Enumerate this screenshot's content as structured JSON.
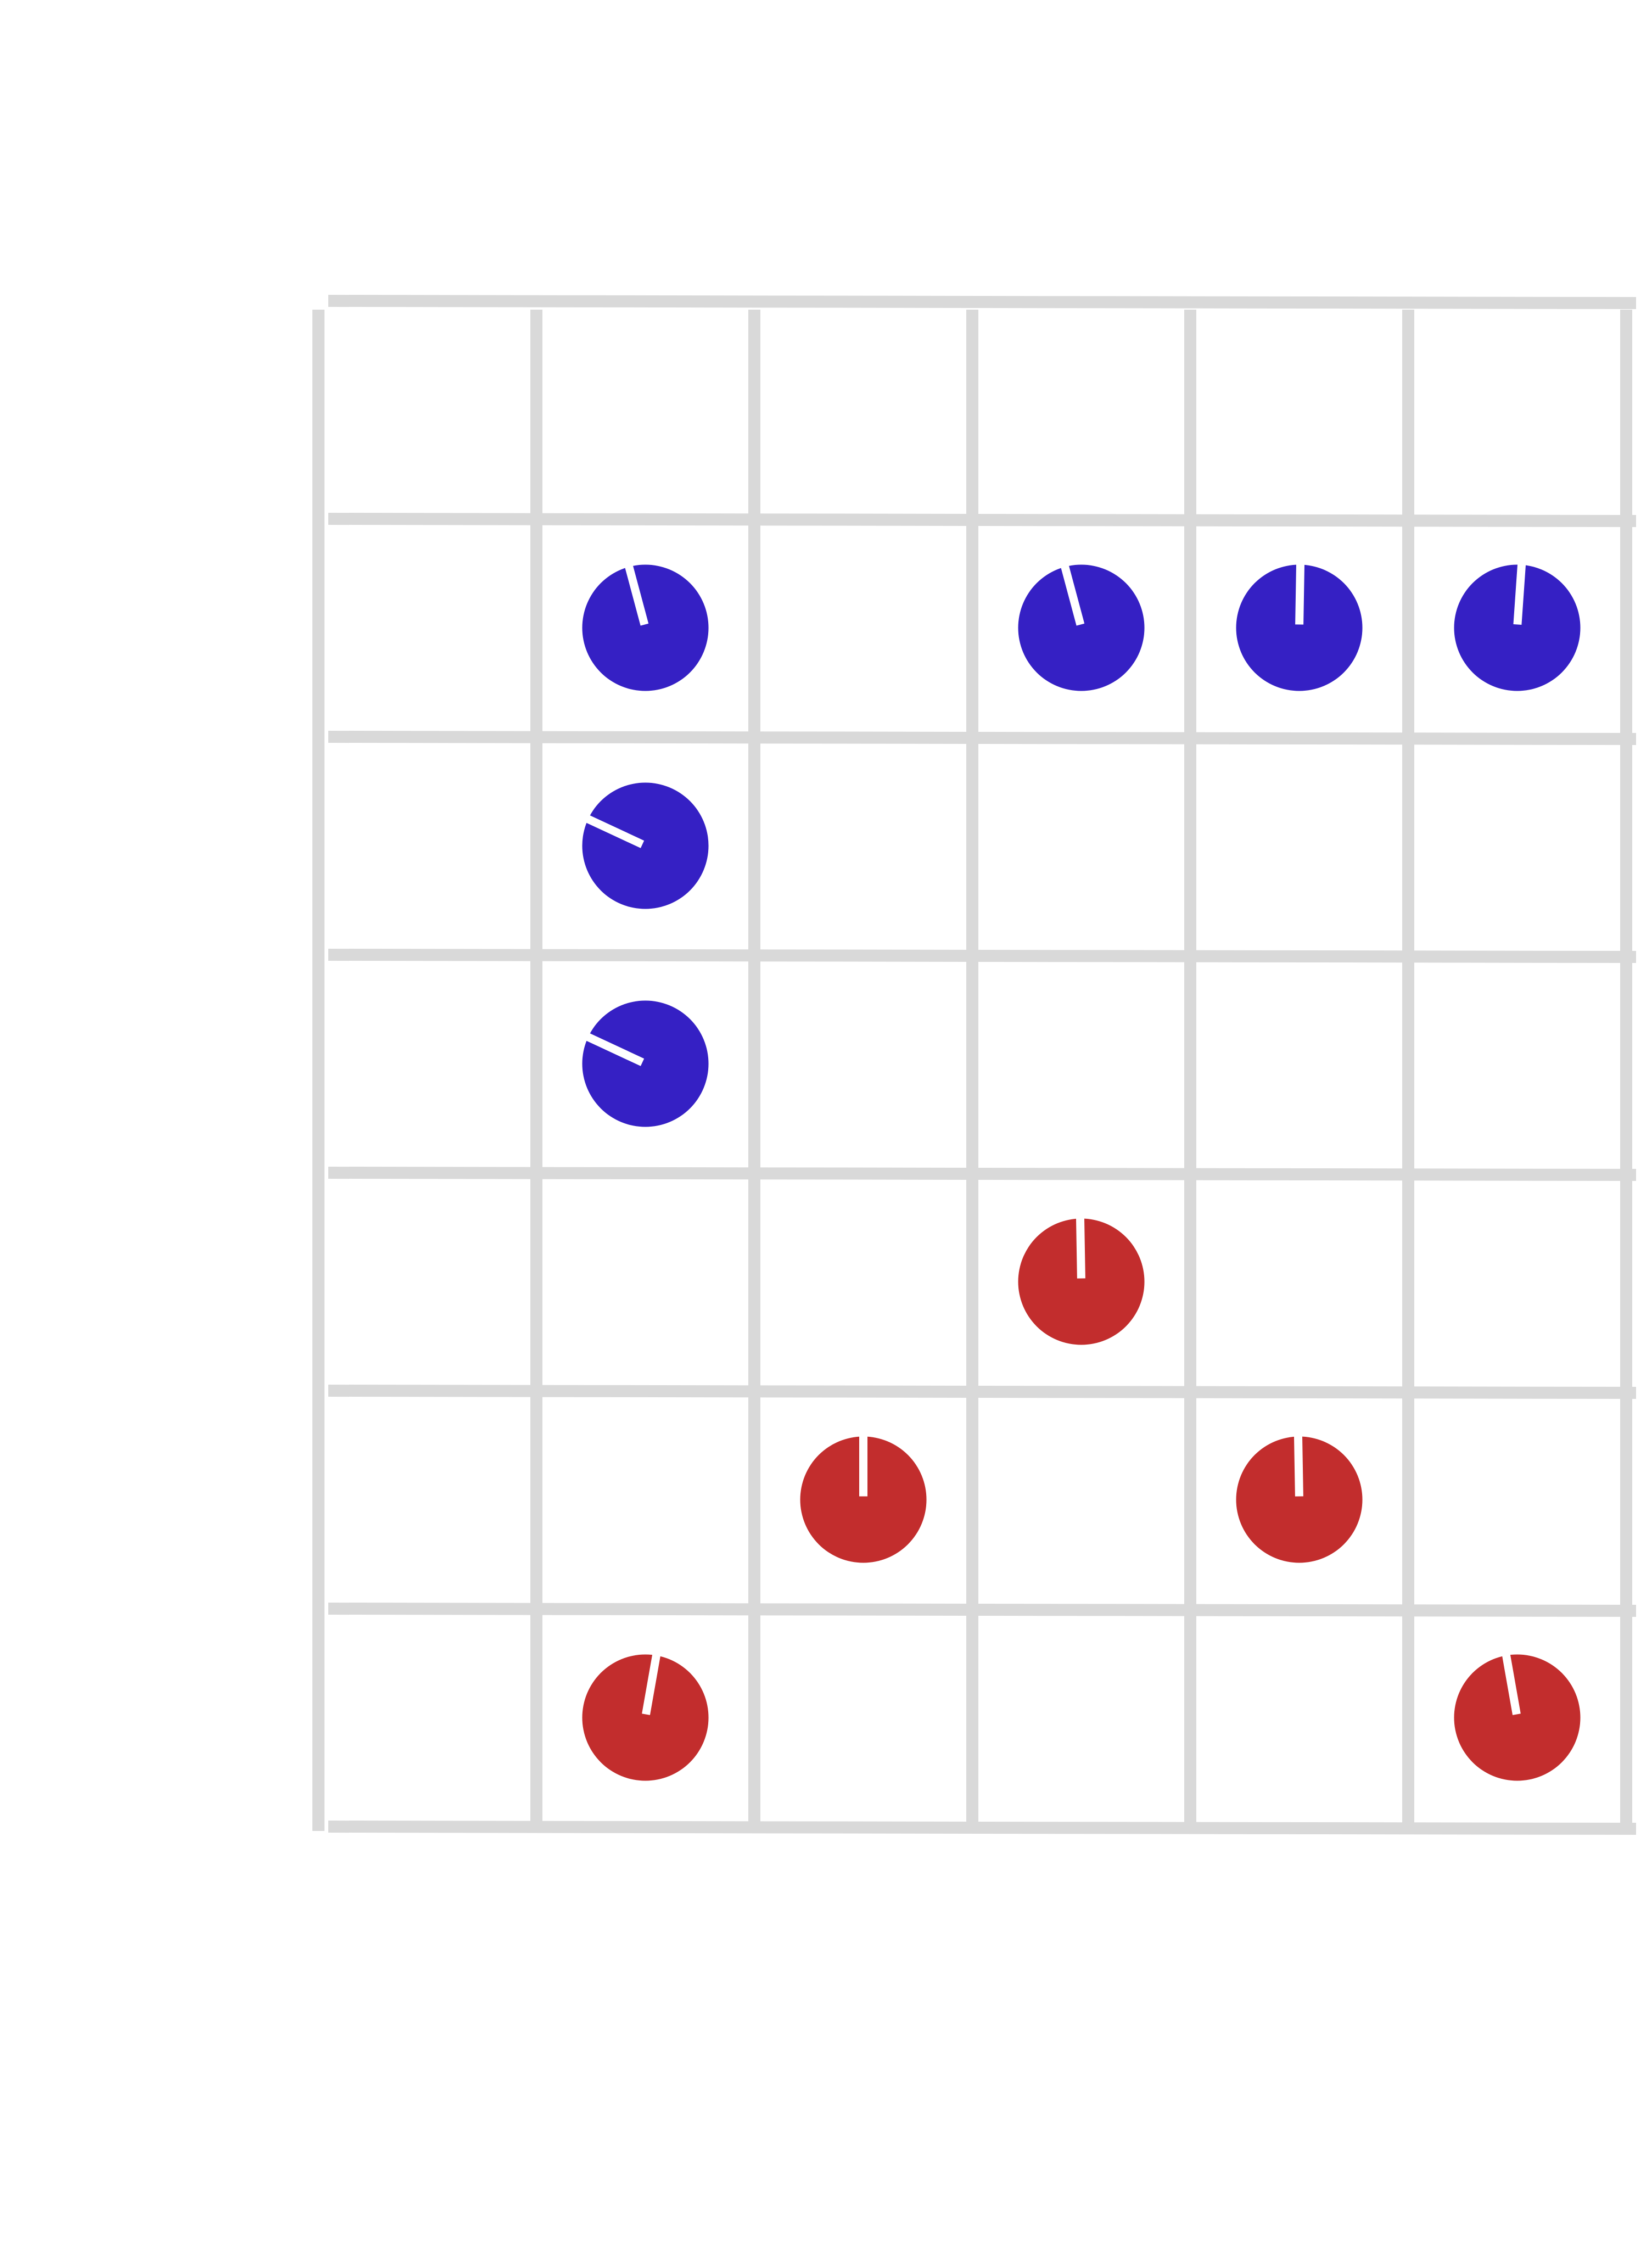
{
  "board": {
    "columns": 6,
    "rows": 7,
    "grid_color": "#d9d9d9",
    "background": "#ffffff"
  },
  "colors": {
    "blue": "#3520c4",
    "red": "#c22d2d",
    "tick": "#ffffff"
  },
  "pieces": [
    {
      "color": "blue",
      "col": 1,
      "row": 1,
      "angle": -15
    },
    {
      "color": "blue",
      "col": 3,
      "row": 1,
      "angle": -15
    },
    {
      "color": "blue",
      "col": 4,
      "row": 1,
      "angle": 1
    },
    {
      "color": "blue",
      "col": 5,
      "row": 1,
      "angle": 4
    },
    {
      "color": "blue",
      "col": 1,
      "row": 2,
      "angle": -65
    },
    {
      "color": "blue",
      "col": 1,
      "row": 3,
      "angle": -65
    },
    {
      "color": "red",
      "col": 3,
      "row": 4,
      "angle": -1
    },
    {
      "color": "red",
      "col": 2,
      "row": 5,
      "angle": 0
    },
    {
      "color": "red",
      "col": 4,
      "row": 5,
      "angle": -1
    },
    {
      "color": "red",
      "col": 1,
      "row": 6,
      "angle": 10
    },
    {
      "color": "red",
      "col": 5,
      "row": 6,
      "angle": -10
    }
  ]
}
